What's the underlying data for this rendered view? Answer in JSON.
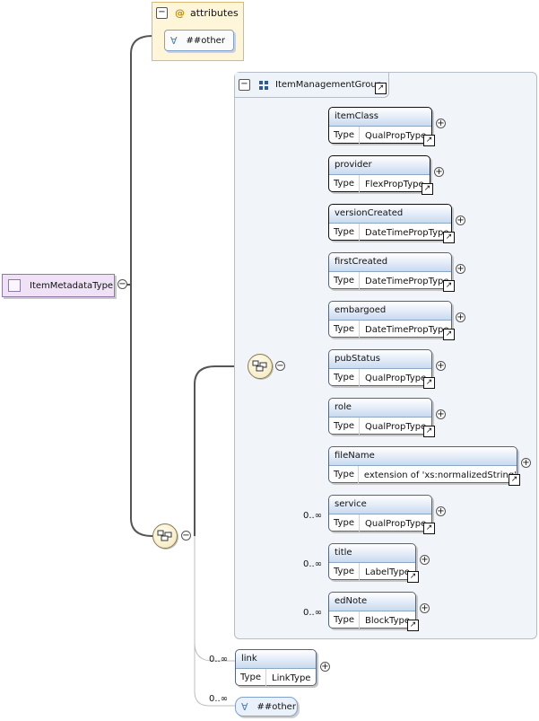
{
  "root": {
    "name": "ItemMetadataType"
  },
  "attributes": {
    "label": "attributes",
    "any": "##other"
  },
  "group": {
    "name": "ItemManagementGroup"
  },
  "type_label": "Type",
  "elements": [
    {
      "name": "itemClass",
      "type": "QualPropType",
      "occurrence": "",
      "required": true
    },
    {
      "name": "provider",
      "type": "FlexPropType",
      "occurrence": "",
      "required": true
    },
    {
      "name": "versionCreated",
      "type": "DateTimePropType",
      "occurrence": "",
      "required": true
    },
    {
      "name": "firstCreated",
      "type": "DateTimePropType",
      "occurrence": "",
      "required": false
    },
    {
      "name": "embargoed",
      "type": "DateTimePropType",
      "occurrence": "",
      "required": false
    },
    {
      "name": "pubStatus",
      "type": "QualPropType",
      "occurrence": "",
      "required": false
    },
    {
      "name": "role",
      "type": "QualPropType",
      "occurrence": "",
      "required": false
    },
    {
      "name": "fileName",
      "type": "extension of 'xs:normalizedString'",
      "occurrence": "",
      "required": false
    },
    {
      "name": "service",
      "type": "QualPropType",
      "occurrence": "0..∞",
      "required": false
    },
    {
      "name": "title",
      "type": "LabelType",
      "occurrence": "0..∞",
      "required": false
    },
    {
      "name": "edNote",
      "type": "BlockType",
      "occurrence": "0..∞",
      "required": false
    }
  ],
  "link": {
    "name": "link",
    "type": "LinkType",
    "occurrence": "0..∞"
  },
  "other": {
    "label": "##other",
    "occurrence": "0..∞"
  }
}
